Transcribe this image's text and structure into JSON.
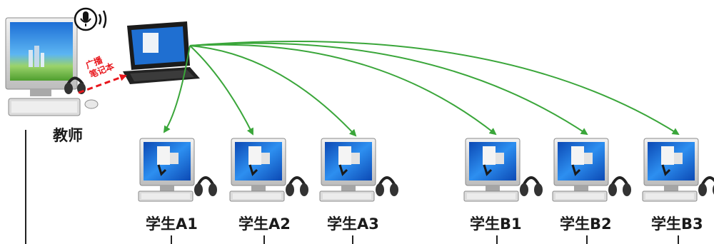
{
  "teacher": {
    "label": "教师"
  },
  "broadcast": {
    "line1": "广播",
    "line2": "笔记本"
  },
  "students": [
    {
      "label": "学生A1"
    },
    {
      "label": "学生A2"
    },
    {
      "label": "学生A3"
    },
    {
      "label": "学生B1"
    },
    {
      "label": "学生B2"
    },
    {
      "label": "学生B3"
    }
  ],
  "colors": {
    "arrow_green": "#3aa63a",
    "broadcast_red": "#e8161c",
    "screen_blue": "#1f6fd1",
    "line_dark": "#222222"
  },
  "icons": [
    "teacher-computer-icon",
    "laptop-icon",
    "microphone-icon",
    "headset-icon",
    "student-computer-icon"
  ]
}
